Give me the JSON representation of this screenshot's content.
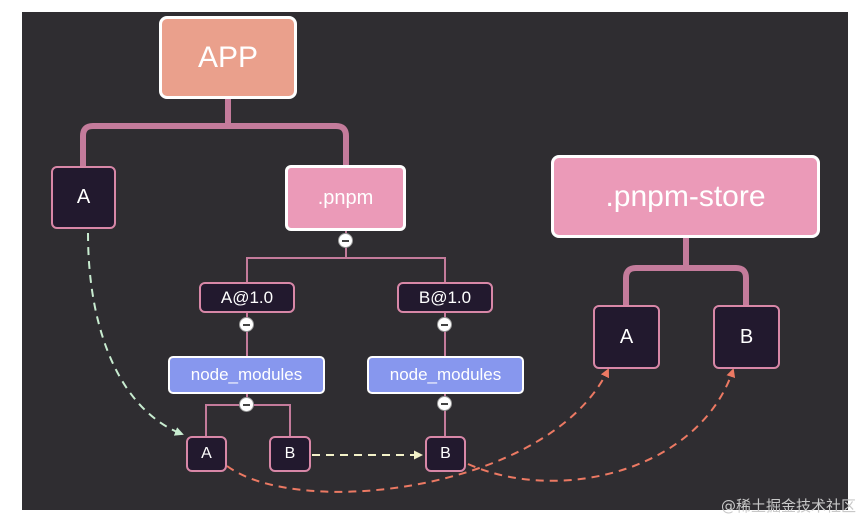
{
  "tree": {
    "root_label": "APP",
    "app_child_a": "A",
    "pnpm_dir": ".pnpm",
    "a_version": "A@1.0",
    "b_version": "B@1.0",
    "node_modules_a": "node_modules",
    "node_modules_b": "node_modules",
    "nested_a": "A",
    "nested_b": "B",
    "b_nested_b": "B"
  },
  "store": {
    "label": ".pnpm-store",
    "item_a": "A",
    "item_b": "B"
  },
  "watermark": "@稀土掘金技术社区",
  "colors": {
    "background": "#2f2d31",
    "root_fill": "#eaa08c",
    "pnpm_fill": "#eb9ab8",
    "node_border": "#d887a7",
    "connector": "#c47b9b",
    "node_modules_fill": "#8797ee",
    "link_green": "#c8ecd0",
    "link_yellow": "#f3f1c8",
    "link_orange": "#ec7963"
  }
}
